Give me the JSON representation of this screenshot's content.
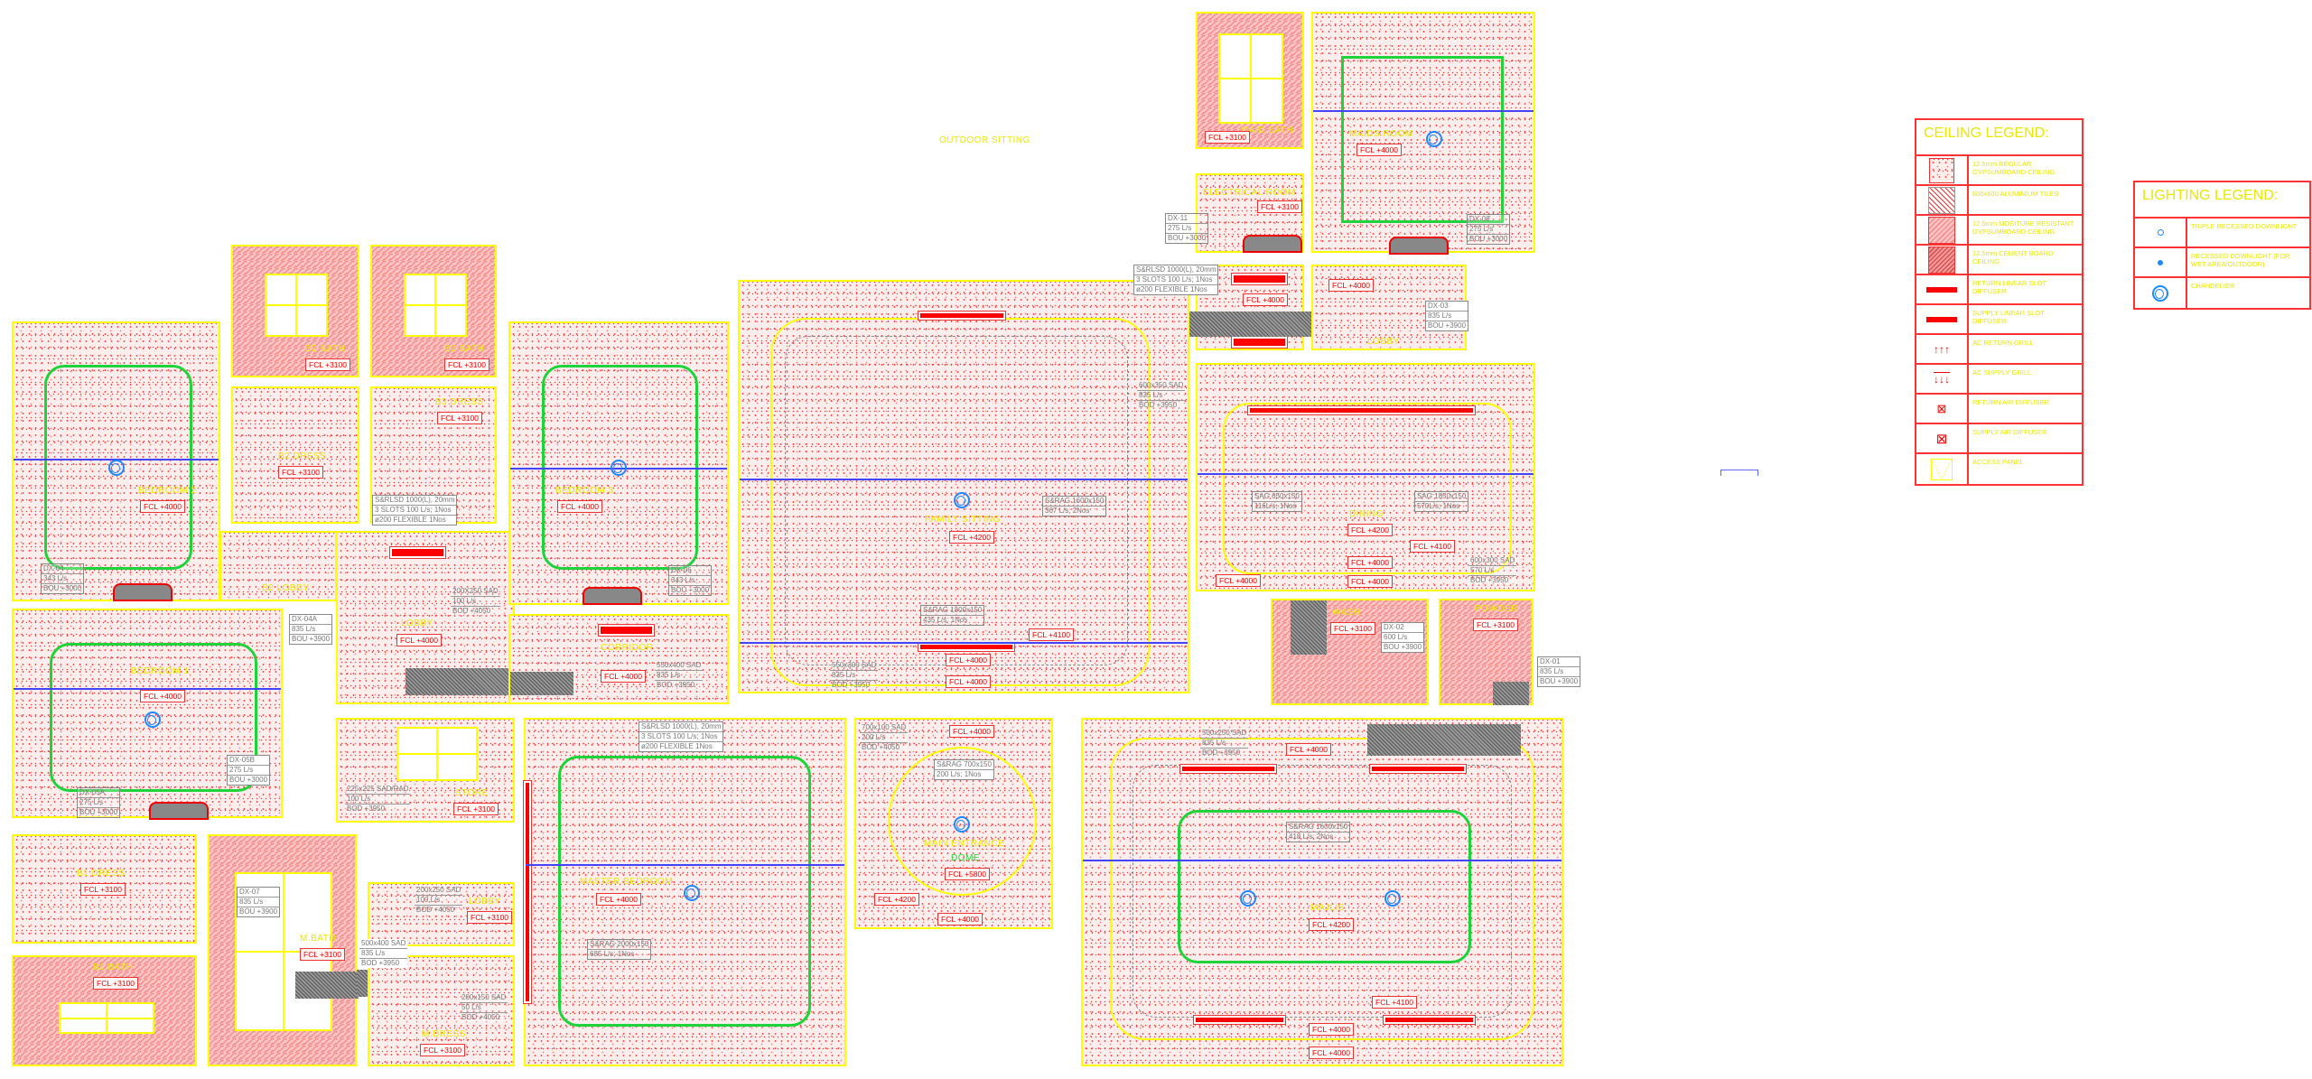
{
  "outdoor_label": "OUTDOOR SITTING",
  "rooms": {
    "bedroom2": {
      "name": "BEDROOM 2",
      "fcl": "FCL +4000"
    },
    "b2_bath": {
      "name": "B2 BATH",
      "fcl": "FCL +3100"
    },
    "b3_bath": {
      "name": "B3 BATH",
      "fcl": "FCL +3100"
    },
    "b2_dress": {
      "name": "B2 DRESS",
      "fcl": "FCL +3100"
    },
    "b3_dress": {
      "name": "B3 DRESS",
      "fcl": "FCL +3100"
    },
    "b2_lobby": {
      "name": "B2 LOBBY"
    },
    "lobby": {
      "name": "LOBBY",
      "fcl": "FCL +4000"
    },
    "bedroom3": {
      "name": "BEDROOM 3",
      "fcl": "FCL +4000"
    },
    "corridor": {
      "name": "CORRIDOR",
      "fcl": "FCL +4000"
    },
    "family_sitting": {
      "name": "FAMILY SITTING",
      "fcl": "FCL +4200",
      "fcl2": "FCL +4100",
      "fcl3": "FCL +4000",
      "fcl4": "FCL +4000"
    },
    "maid_bath": {
      "name": "MAID BATH",
      "fcl": "FCL +3100"
    },
    "electrical_room": {
      "name": "ELECTRICAL ROOM",
      "fcl": "FCL +3100"
    },
    "maid_room": {
      "name": "MAIDS ROOM",
      "fcl": "FCL +4000"
    },
    "lobby_top_left": {
      "fcl": "FCL +4000"
    },
    "lobby_top": {
      "name": "LOBBY",
      "fcl": "FCL +4000"
    },
    "dining": {
      "name": "DINING",
      "fcl": "FCL +4200",
      "fcl2": "FCL +4100",
      "fcl3": "FCL +4000",
      "fcl4": "FCL +4000",
      "fcl5": "FCL +4000"
    },
    "wash": {
      "name": "WASH",
      "fcl": "FCL +3100"
    },
    "powder": {
      "name": "POWDER",
      "fcl": "FCL +3100"
    },
    "bedroom1": {
      "name": "BEDROOM 1",
      "fcl": "FCL +4000"
    },
    "b1_dress": {
      "name": "B1 DRESS",
      "fcl": "FCL +3100"
    },
    "b1_bath": {
      "name": "B1 BATH",
      "fcl": "FCL +3100"
    },
    "m_bath": {
      "name": "M.BATH",
      "fcl": "FCL +3100"
    },
    "store": {
      "name": "STORE",
      "fcl": "FCL +3100"
    },
    "m_lobby": {
      "name": "LOBBY",
      "fcl": "FCL +3100"
    },
    "m_dress": {
      "name": "M.DRESS",
      "fcl": "FCL +3100"
    },
    "master_bedroom": {
      "name": "MASTER BEDROOM",
      "fcl": "FCL +4000"
    },
    "main_entrance": {
      "name": "MAIN ENTRANCE",
      "sub": "DOME",
      "fcl": "FCL +5800",
      "fcl2": "FCL +4000",
      "fcl3": "FCL +4200",
      "fcl4": "FCL +4000"
    },
    "majlis": {
      "name": "MAJLIS",
      "fcl": "FCL +4200",
      "fcl2": "FCL +4100",
      "fcl3": "FCL +4000",
      "fcl4": "FCL +4000",
      "fcl5": "FCL +4000"
    }
  },
  "notes": {
    "dx04": [
      "DX-04",
      "343 L/s",
      "BOU +3000"
    ],
    "dx06": [
      "DX-06",
      "343 L/s",
      "BOU +3000"
    ],
    "dx05a": [
      "DX-05A",
      "275 L/s",
      "BOU +3000"
    ],
    "dx05b": [
      "DX-05B",
      "275 L/s",
      "BOU +3000"
    ],
    "dx04a": [
      "DX-04A",
      "835 L/s",
      "BOU +3900"
    ],
    "dx07": [
      "DX-07",
      "835 L/s",
      "BOU +3900"
    ],
    "dx11": [
      "DX-11",
      "275 L/s",
      "BOU +3000"
    ],
    "dx08": [
      "DX-08",
      "275 L/s",
      "BOU +3000"
    ],
    "dx02": [
      "DX-02",
      "600 L/s",
      "BOU +3900"
    ],
    "dx01": [
      "DX-01",
      "835 L/s",
      "BOU +3900"
    ],
    "dx03": [
      "DX-03",
      "835 L/s",
      "BOU +3900"
    ],
    "slsd1": [
      "S&RLSD 1000(L), 20mm",
      "3 SLOTS 100 L/s; 1Nos",
      "ø200 FLEXIBLE 1Nos"
    ],
    "slsd2": [
      "S&RLSD 1000(L), 20mm",
      "3 SLOTS 100 L/s; 1Nos",
      "ø200 FLEXIBLE 1Nos"
    ],
    "slsd3": [
      "S&RLSD 1000(L), 20mm",
      "3 SLOTS 100 L/s; 1Nos",
      "ø200 FLEXIBLE 1Nos"
    ],
    "srag_fs1": [
      "S&RAG 1600x150",
      "367 L/s; 2Nos"
    ],
    "srag_fs2": [
      "S&RAG 1800x150",
      "435 L/s; 1Nos"
    ],
    "sag_d1": [
      "SAG 650x150",
      "116L/s; 1Nos"
    ],
    "sag_d2": [
      "SAG 1850x150",
      "570L/s; 1Nos"
    ],
    "srag_me": [
      "S&RAG 700x150",
      "200 L/s; 1Nos"
    ],
    "srag_mb": [
      "S&RAG 2000x150",
      "685 L/s; 1Nos"
    ],
    "srag_mj": [
      "S&RAG 1600x150",
      "418 L/s; 2Nos"
    ],
    "sad_lobby": [
      "200X250 SAD",
      "100 L/s",
      "BOD +4050"
    ],
    "sad_corr": [
      "550x400 SAD",
      "835 L/s",
      "BOD +3950"
    ],
    "sad_store": [
      "225x225 SAD/RAD",
      "100 L/s",
      "BOD +3950"
    ],
    "sad_mlobby": [
      "200x250 SAD",
      "100 L/s",
      "BOD +4050"
    ],
    "sad_mbath": [
      "500x400 SAD",
      "835 L/s",
      "BOD +3950"
    ],
    "sad_mdress": [
      "200x150 SAD",
      "50 L/s",
      "BOD +4050"
    ],
    "sad_fs1": [
      "600x350 SAD",
      "835 L/s",
      "BOD +3950"
    ],
    "sad_fs2": [
      "550x300 SAD",
      "835 L/s",
      "BOD +3950"
    ],
    "sad_mj": [
      "500x250 SAD",
      "835 L/s",
      "BOD +3950"
    ],
    "sad_d": [
      "600x300 SAD",
      "570 L/s",
      "BOD +3950"
    ],
    "sad_me": [
      "700x100 SAD",
      "200 L/s",
      "BOD +4050"
    ]
  },
  "ceiling_legend": {
    "title": "CEILING LEGEND:",
    "items": [
      "12.5mm REGULAR GYPSUMBOARD CEILING",
      "600x600 ALUMINIUM TILES",
      "12.5mm MOSITURE RESISTANT GYPSUMBOARD CEILING",
      "12.5mm CEMENT BOARD CEILING",
      "RETURN LINEAR SLOT DIFFUSER",
      "SUPPLY LINEAR SLOT DIFFUSER",
      "AC RETURN GRILL",
      "AC SUPPLY GRILL",
      "RETURN AIR DIFFUSER",
      "SUPPLY AIR DIFFUSER",
      "ACCESS PANEL"
    ]
  },
  "lighting_legend": {
    "title": "LIGHTING LEGEND:",
    "items": [
      "TRIPLE RECESSED DOWNLIGHT",
      "RECESSED DOWNLIGHT (FOR WET AREA/OUTDOOR)",
      "CHANDELIER"
    ]
  },
  "colors": {
    "wall": "#ffff00",
    "fcl": "#ee0000",
    "cove": "#1ed43a",
    "light": "#1e88ff",
    "section_line": "#4444ff"
  }
}
